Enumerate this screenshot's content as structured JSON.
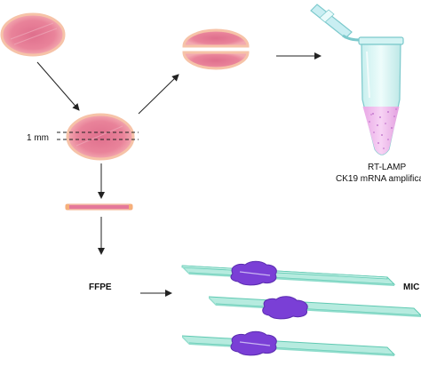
{
  "labels": {
    "slice_thickness": "1 mm",
    "assay_name": "RT-LAMP",
    "assay_detail": "CK19 mRNA amplificati",
    "ffpe": "FFPE",
    "mic": "MIC"
  },
  "colors": {
    "node_fill": "#e9839a",
    "node_rim": "#f6c3a8",
    "tube_liquid": "#f4c0f0",
    "tube_body": "#dff7f6",
    "tube_cap": "#c9eef2",
    "slide_fill": "#cdf3ea",
    "slide_edge": "#5fc9b2",
    "tissue": "#7a3fd6",
    "arrow": "#222222"
  },
  "icons": [
    "lymph-node-icon",
    "half-node-icon",
    "microtube-icon",
    "tissue-slice-icon",
    "glass-slide-icon",
    "arrow-icon"
  ]
}
